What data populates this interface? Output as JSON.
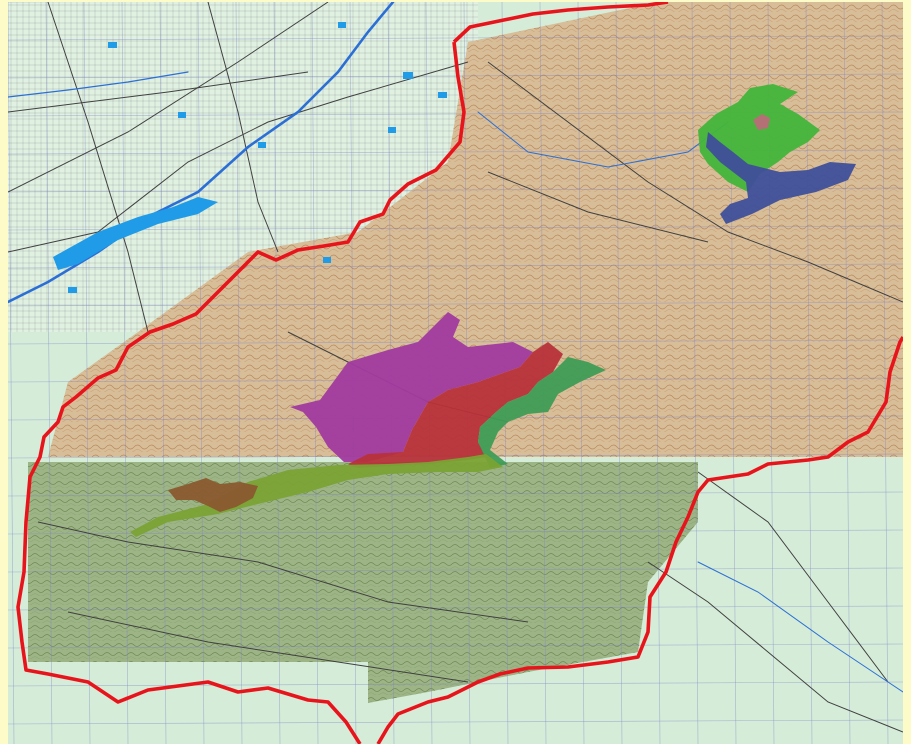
{
  "map": {
    "colors": {
      "frame": "#fdfcc8",
      "lowland": "#d5ecd8",
      "plain": "#e9f1e2",
      "hills_brown": "#d7bd98",
      "hills_olive": "#9db487",
      "contour_brown": "#b8875a",
      "contour_olive": "#6f8a52",
      "grid": "#7c82c8",
      "road": "#404040",
      "river": "#2b6fd6",
      "reservoir": "#1f9be8",
      "boundary": "#e8141c"
    },
    "zones": [
      {
        "id": "purple",
        "color": "#a13a9f"
      },
      {
        "id": "red",
        "color": "#b7313a"
      },
      {
        "id": "green-east",
        "color": "#3f9c55"
      },
      {
        "id": "olive",
        "color": "#7aa334"
      },
      {
        "id": "brown",
        "color": "#8a5a2e"
      },
      {
        "id": "bright-green",
        "color": "#42b53b"
      },
      {
        "id": "navy",
        "color": "#3f4f9a"
      },
      {
        "id": "pink-patch",
        "color": "#b96e78"
      }
    ]
  }
}
